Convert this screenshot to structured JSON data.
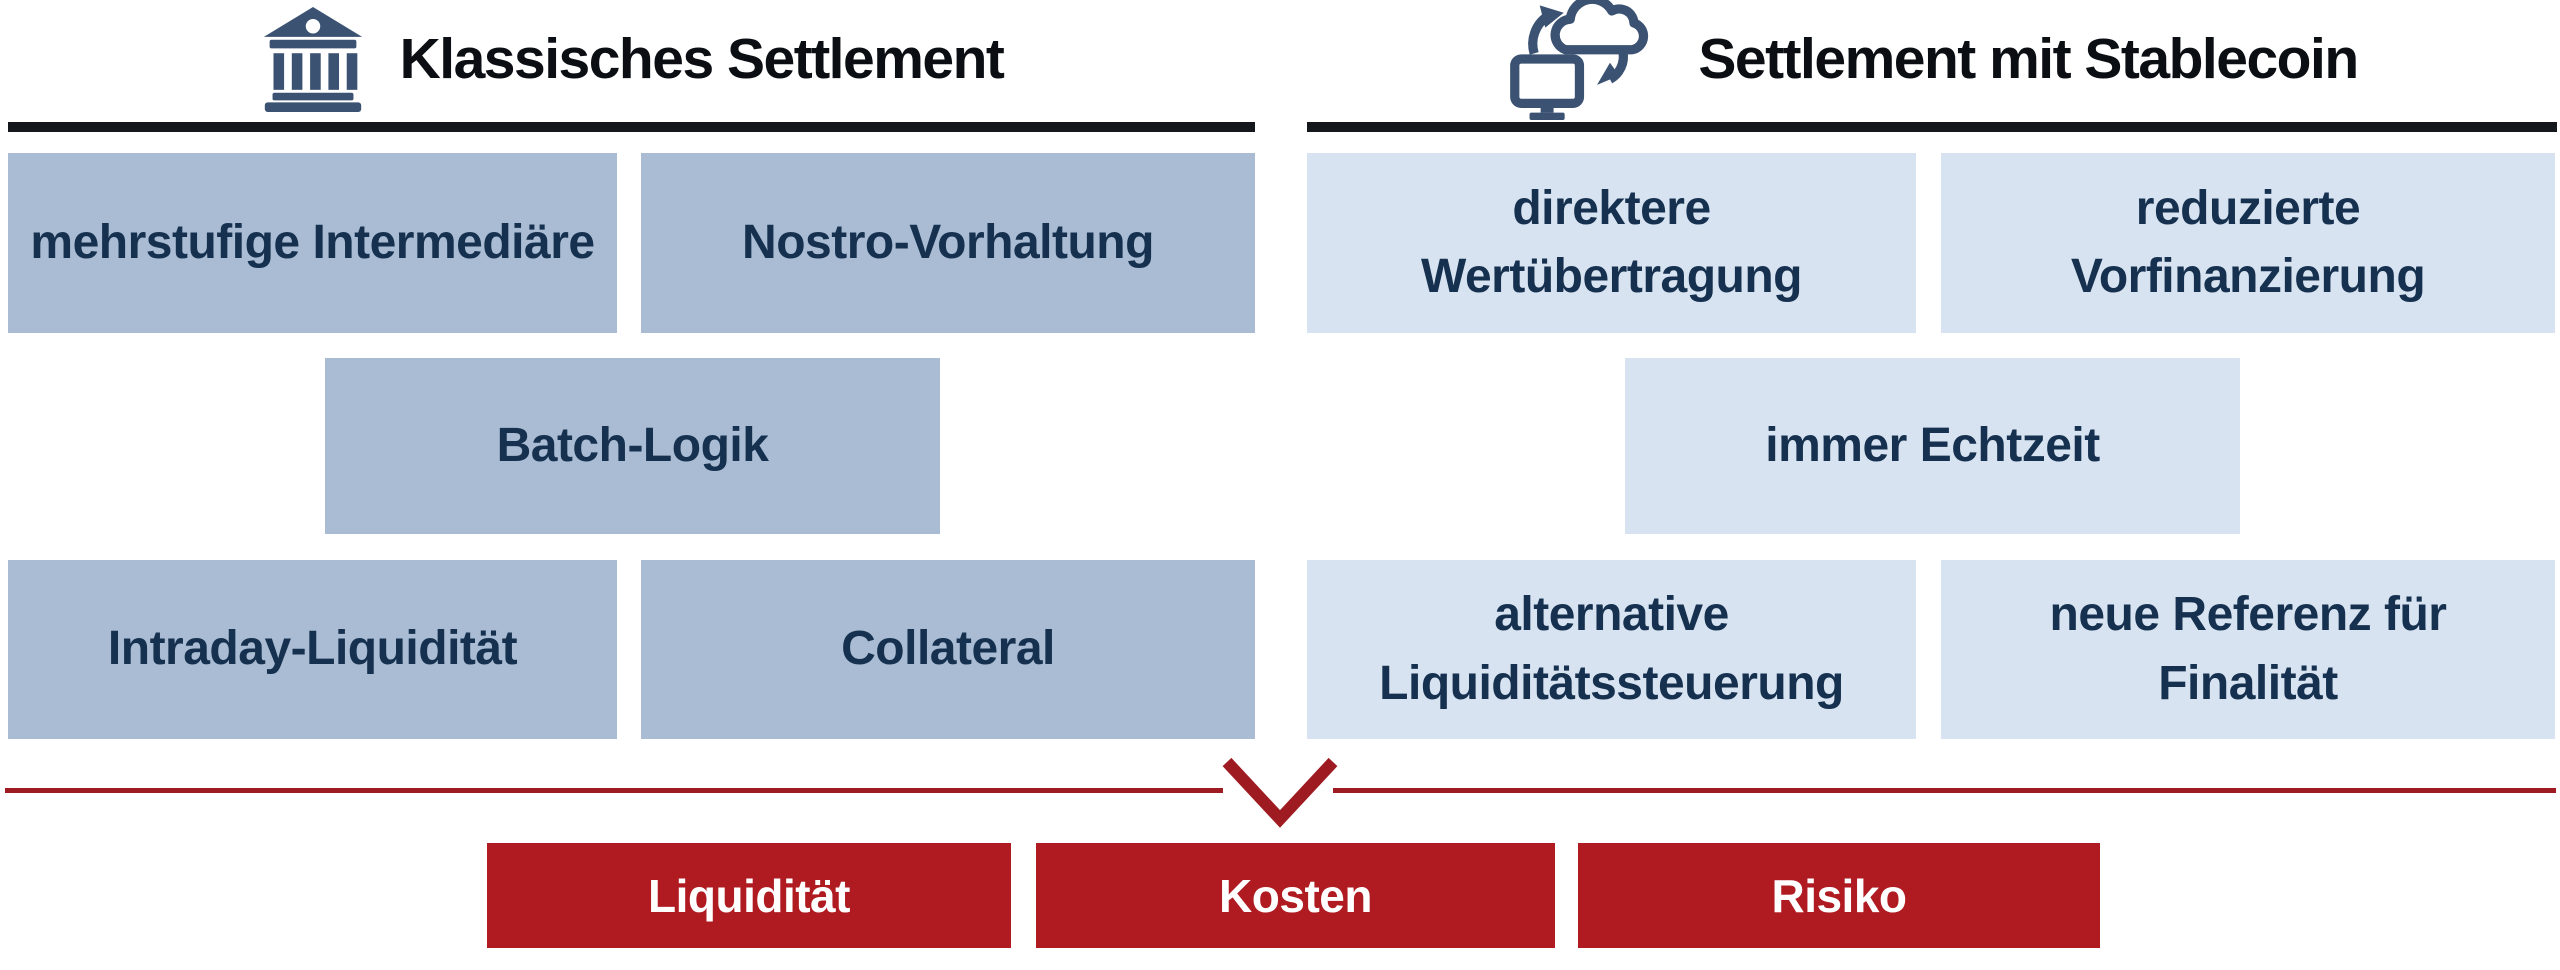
{
  "left": {
    "title": "Klassisches Settlement",
    "icon": "bank-icon",
    "boxes": {
      "multi_intermediaries": "mehrstufige Intermediäre",
      "nostro": "Nostro-Vorhaltung",
      "batch": "Batch-Logik",
      "intraday": "Intraday-Liquidität",
      "collateral": "Collateral"
    }
  },
  "right": {
    "title": "Settlement mit Stablecoin",
    "icon": "cloud-sync-monitor-icon",
    "boxes": {
      "direct_transfer": "direktere Wertübertragung",
      "reduced_prefunding": "reduzierte Vorfinanzierung",
      "realtime": "immer Echtzeit",
      "alt_liquidity": "alternative Liquiditätssteuerung",
      "new_finality": "neue Referenz für Finalität"
    }
  },
  "impact": {
    "categories": [
      "Liquidität",
      "Kosten",
      "Risiko"
    ]
  },
  "colors": {
    "left_box_fill": "#a9bcd3",
    "right_box_fill": "#d8e3f1",
    "box_text": "#16314f",
    "header_text": "#0b0e13",
    "header_underline": "#14181d",
    "icon": "#3b5272",
    "impact_red": "#b01b21",
    "impact_line": "#9e1b22",
    "impact_text": "#ffffff"
  }
}
